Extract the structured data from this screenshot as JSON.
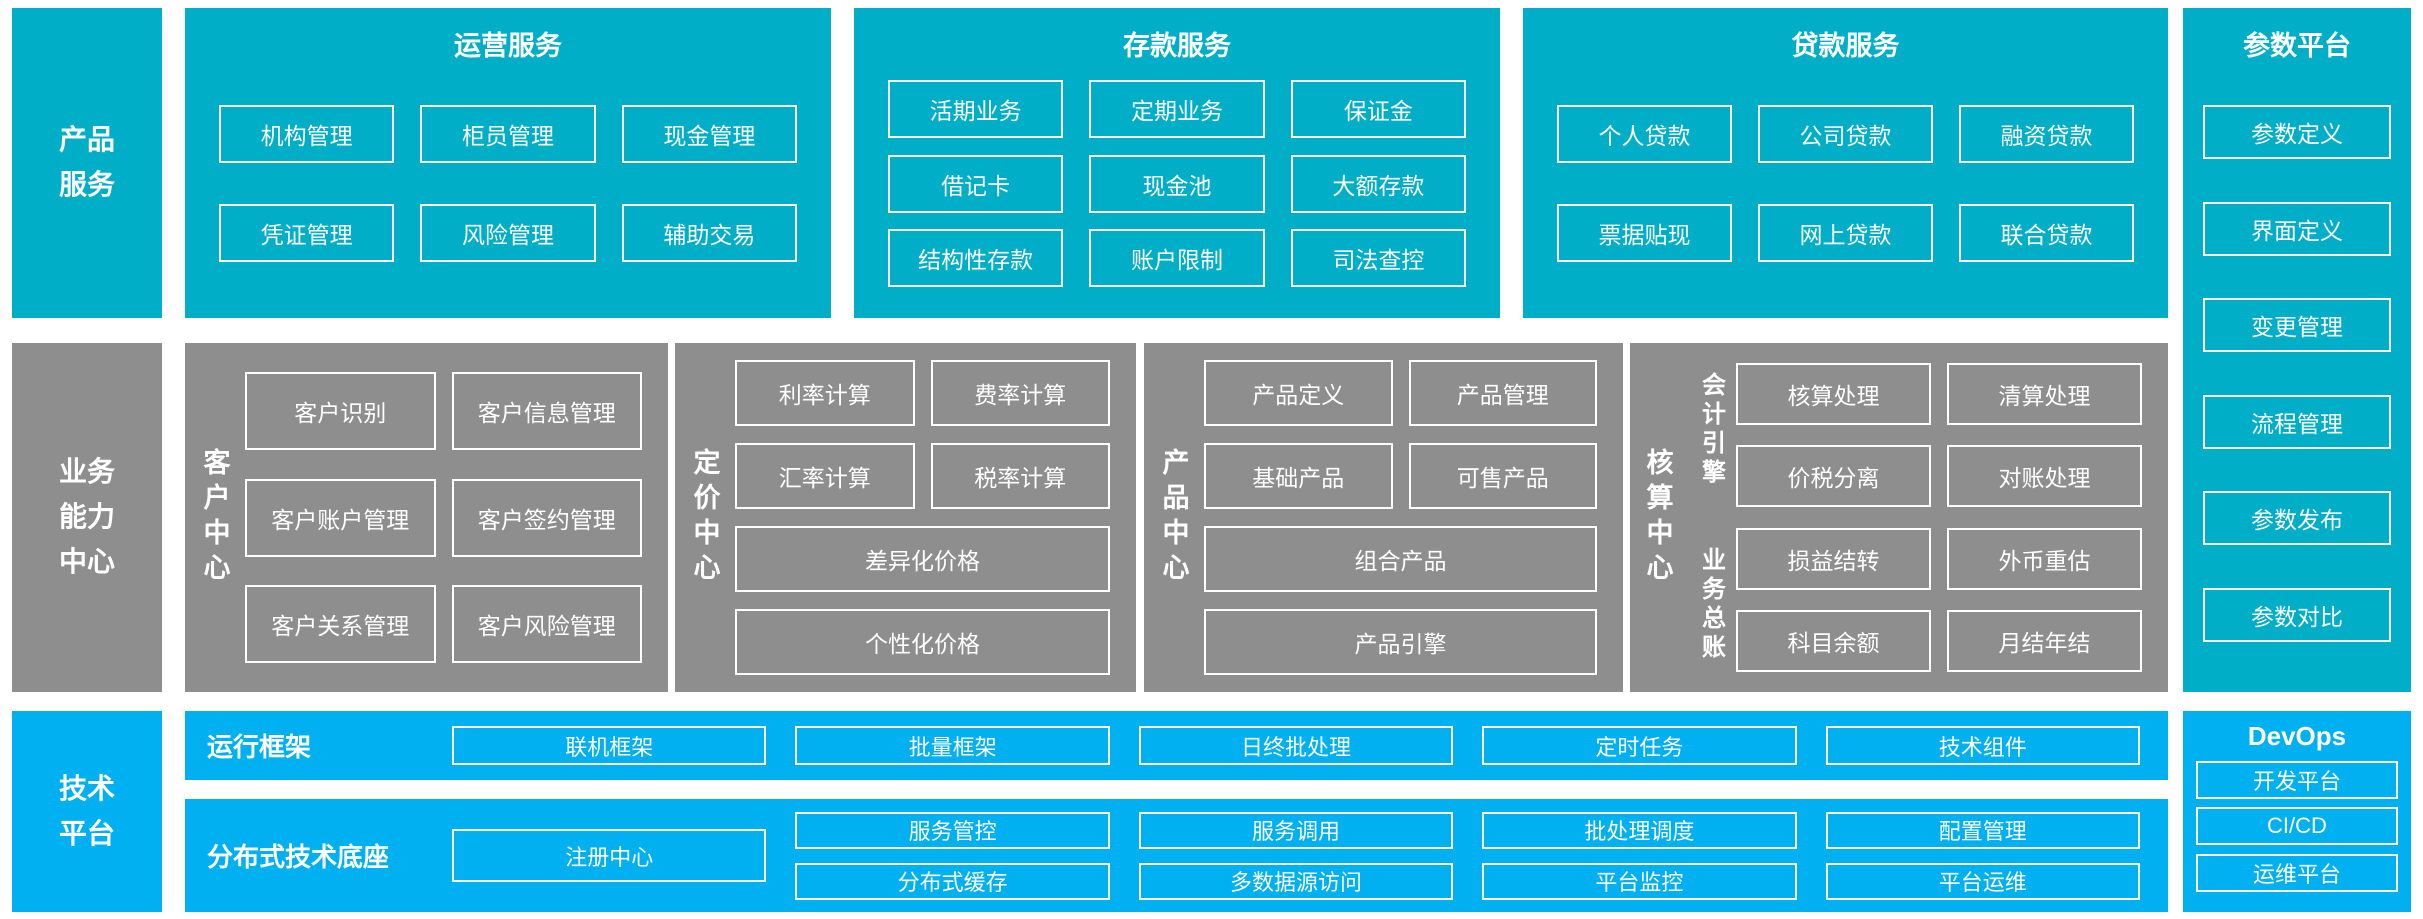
{
  "colors": {
    "teal": "#00AEC7",
    "gray": "#8E8E8E",
    "blue": "#00B0F0"
  },
  "left_labels": {
    "product_services": "产品\n服务",
    "business_capability": "业务\n能力\n中心",
    "tech_platform": "技术\n平台"
  },
  "top_panels": [
    {
      "title": "运营服务",
      "rows": [
        [
          "机构管理",
          "柜员管理",
          "现金管理"
        ],
        [
          "凭证管理",
          "风险管理",
          "辅助交易"
        ]
      ]
    },
    {
      "title": "存款服务",
      "rows": [
        [
          "活期业务",
          "定期业务",
          "保证金"
        ],
        [
          "借记卡",
          "现金池",
          "大额存款"
        ],
        [
          "结构性存款",
          "账户限制",
          "司法查控"
        ]
      ]
    },
    {
      "title": "贷款服务",
      "rows": [
        [
          "个人贷款",
          "公司贷款",
          "融资贷款"
        ],
        [
          "票据贴现",
          "网上贷款",
          "联合贷款"
        ]
      ]
    }
  ],
  "param_platform": {
    "title": "参数平台",
    "items": [
      "参数定义",
      "界面定义",
      "变更管理",
      "流程管理",
      "参数发布",
      "参数对比"
    ]
  },
  "centers": {
    "customer": {
      "label": "客户中心",
      "rows": [
        [
          "客户识别",
          "客户信息管理"
        ],
        [
          "客户账户管理",
          "客户签约管理"
        ],
        [
          "客户关系管理",
          "客户风险管理"
        ]
      ]
    },
    "pricing": {
      "label": "定价中心",
      "rows": [
        [
          "利率计算",
          "费率计算"
        ],
        [
          "汇率计算",
          "税率计算"
        ]
      ],
      "full": [
        "差异化价格",
        "个性化价格"
      ]
    },
    "product": {
      "label": "产品中心",
      "rows": [
        [
          "产品定义",
          "产品管理"
        ],
        [
          "基础产品",
          "可售产品"
        ]
      ],
      "full": [
        "组合产品",
        "产品引擎"
      ]
    },
    "accounting": {
      "label": "核算中心",
      "sub_top": "会计引擎",
      "sub_bottom": "业务总账",
      "rows": [
        [
          "核算处理",
          "清算处理"
        ],
        [
          "价税分离",
          "对账处理"
        ],
        [
          "损益结转",
          "外币重估"
        ],
        [
          "科目余额",
          "月结年结"
        ]
      ]
    }
  },
  "runtime_framework": {
    "label": "运行框架",
    "items": [
      "联机框架",
      "批量框架",
      "日终批处理",
      "定时任务",
      "技术组件"
    ]
  },
  "distributed_base": {
    "label": "分布式技术底座",
    "registry": "注册中心",
    "rows": [
      [
        "服务管控",
        "服务调用",
        "批处理调度",
        "配置管理"
      ],
      [
        "分布式缓存",
        "多数据源访问",
        "平台监控",
        "平台运维"
      ]
    ]
  },
  "devops": {
    "title": "DevOps",
    "items": [
      "开发平台",
      "CI/CD",
      "运维平台"
    ]
  }
}
